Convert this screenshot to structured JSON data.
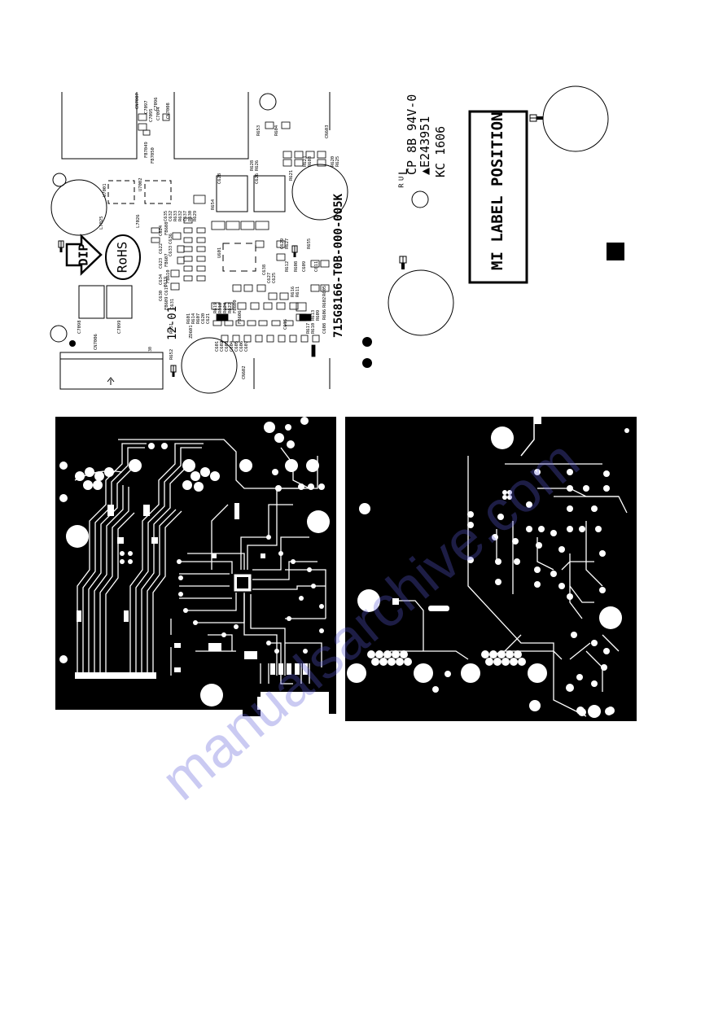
{
  "silkscreen": {
    "part_number": "715G8166-T0B-000-005K",
    "date_code": "12-01",
    "dip_marker": "DIP",
    "rohs_badge": "RoHS",
    "ul_mark": "ᴿᵁL",
    "board_material": "CP 8B 94V-0",
    "ul_file": "▲E243951",
    "kc_code": "KC 1606",
    "mi_label": "MI LABEL POSITION",
    "cn7006_pin30": "30",
    "components": [
      {
        "id": "cn7006",
        "label": "CN7006"
      },
      {
        "id": "c7098",
        "label": "C7098"
      },
      {
        "id": "c7099",
        "label": "C7099"
      },
      {
        "id": "r651",
        "label": "R651"
      },
      {
        "id": "r652",
        "label": "R652"
      },
      {
        "id": "zd601",
        "label": "ZD601"
      },
      {
        "id": "u7001",
        "label": "U7001"
      },
      {
        "id": "u7002",
        "label": "U7002"
      },
      {
        "id": "l7025",
        "label": "L7025"
      },
      {
        "id": "l7026",
        "label": "L7026"
      },
      {
        "id": "fb7049",
        "label": "FB7049"
      },
      {
        "id": "fb7050",
        "label": "FB7050"
      },
      {
        "id": "cn7007",
        "label": "CN7007"
      },
      {
        "id": "cn7008",
        "label": "CN7008"
      },
      {
        "id": "c7097",
        "label": "C7097"
      },
      {
        "id": "c7094",
        "label": "C7094"
      },
      {
        "id": "c7095",
        "label": "C7095"
      },
      {
        "id": "c7096",
        "label": "C7096"
      },
      {
        "id": "fb608",
        "label": "FB608"
      },
      {
        "id": "fb607",
        "label": "FB607"
      },
      {
        "id": "fb610",
        "label": "FB610"
      },
      {
        "id": "fb609",
        "label": "FB609"
      },
      {
        "id": "c631",
        "label": "C631"
      },
      {
        "id": "c617",
        "label": "C617"
      },
      {
        "id": "c619",
        "label": "C619"
      },
      {
        "id": "c630",
        "label": "C630"
      },
      {
        "id": "c634",
        "label": "C634"
      },
      {
        "id": "c623",
        "label": "C623"
      },
      {
        "id": "c622",
        "label": "C622"
      },
      {
        "id": "c624",
        "label": "C624"
      },
      {
        "id": "c633",
        "label": "C633"
      },
      {
        "id": "c636",
        "label": "C636"
      },
      {
        "id": "c635",
        "label": "C635"
      },
      {
        "id": "c632",
        "label": "C632"
      },
      {
        "id": "r633",
        "label": "R633"
      },
      {
        "id": "r632",
        "label": "R632"
      },
      {
        "id": "c637",
        "label": "C637"
      },
      {
        "id": "r630",
        "label": "R630"
      },
      {
        "id": "r629",
        "label": "R629"
      },
      {
        "id": "r654",
        "label": "R654"
      },
      {
        "id": "c628",
        "label": "C628"
      },
      {
        "id": "c626",
        "label": "C626"
      },
      {
        "id": "r621",
        "label": "R621"
      },
      {
        "id": "r628",
        "label": "R628"
      },
      {
        "id": "r626",
        "label": "R626"
      },
      {
        "id": "r653",
        "label": "R653"
      },
      {
        "id": "r604",
        "label": "R604"
      },
      {
        "id": "cn603",
        "label": "CN603"
      },
      {
        "id": "r623",
        "label": "R623"
      },
      {
        "id": "r603",
        "label": "R603"
      },
      {
        "id": "r620",
        "label": "R620"
      },
      {
        "id": "r625",
        "label": "R625"
      },
      {
        "id": "u601",
        "label": "U601"
      },
      {
        "id": "c629",
        "label": "C629"
      },
      {
        "id": "r627",
        "label": "R627"
      },
      {
        "id": "r655",
        "label": "R655"
      },
      {
        "id": "c611",
        "label": "C611"
      },
      {
        "id": "c609",
        "label": "C609"
      },
      {
        "id": "r608",
        "label": "R608"
      },
      {
        "id": "r612",
        "label": "R612"
      },
      {
        "id": "c638",
        "label": "C638"
      },
      {
        "id": "c627",
        "label": "C627"
      },
      {
        "id": "c625",
        "label": "C625"
      },
      {
        "id": "r616",
        "label": "R616"
      },
      {
        "id": "r611",
        "label": "R611"
      },
      {
        "id": "r601",
        "label": "R601"
      },
      {
        "id": "r614",
        "label": "R614"
      },
      {
        "id": "r607",
        "label": "R607"
      },
      {
        "id": "c620",
        "label": "C620"
      },
      {
        "id": "c621",
        "label": "C621"
      },
      {
        "id": "r619",
        "label": "R619"
      },
      {
        "id": "r618",
        "label": "R618"
      },
      {
        "id": "r624",
        "label": "R624"
      },
      {
        "id": "r622",
        "label": "R622"
      },
      {
        "id": "fb600",
        "label": "FB600"
      },
      {
        "id": "fb606",
        "label": "FB606"
      },
      {
        "id": "c615",
        "label": "C615"
      },
      {
        "id": "c601",
        "label": "C601"
      },
      {
        "id": "c602",
        "label": "C602"
      },
      {
        "id": "c603",
        "label": "C603"
      },
      {
        "id": "c604",
        "label": "C604"
      },
      {
        "id": "c605",
        "label": "C605"
      },
      {
        "id": "c606",
        "label": "C606"
      },
      {
        "id": "c607",
        "label": "C607"
      },
      {
        "id": "c608",
        "label": "C608"
      },
      {
        "id": "r606",
        "label": "R606"
      },
      {
        "id": "r602",
        "label": "R602"
      },
      {
        "id": "r605",
        "label": "R605"
      },
      {
        "id": "r617",
        "label": "R617"
      },
      {
        "id": "r610",
        "label": "R610"
      },
      {
        "id": "r613",
        "label": "R613"
      },
      {
        "id": "r609",
        "label": "R609"
      },
      {
        "id": "cn602",
        "label": "CN602"
      }
    ]
  },
  "watermark": "manualsarchive.com",
  "colors": {
    "ink": "#000000",
    "paper": "#ffffff",
    "watermark": "#5a5ad8"
  }
}
